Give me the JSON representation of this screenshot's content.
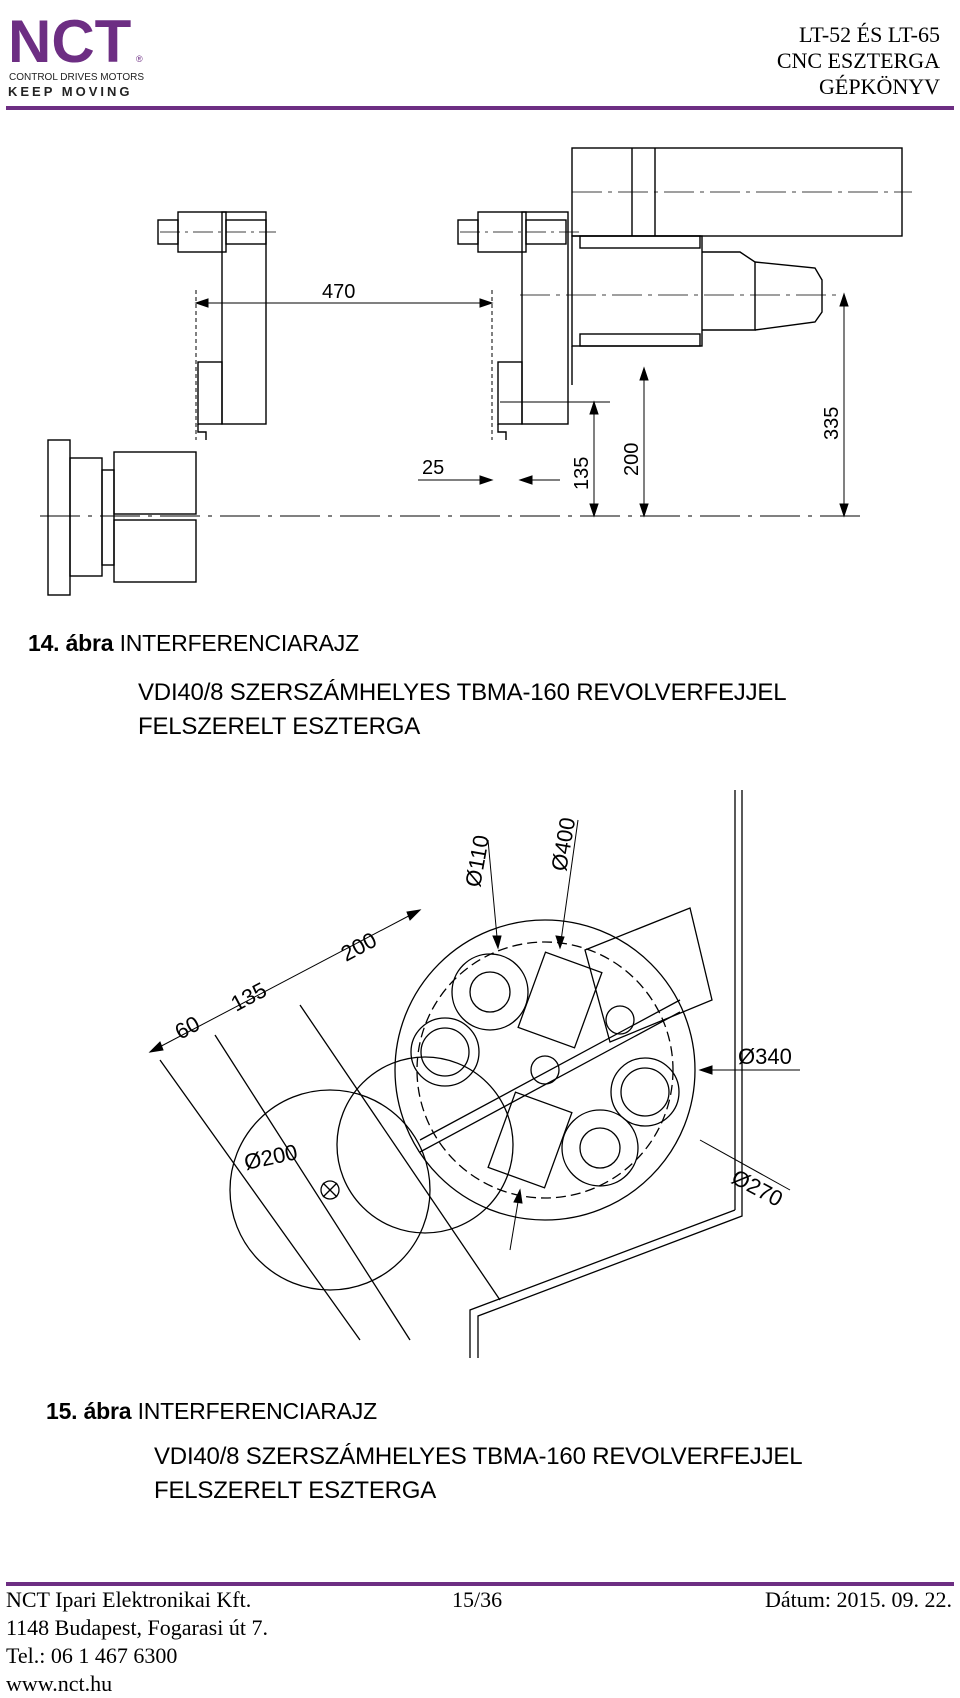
{
  "header": {
    "logo_text": "NCT",
    "logo_tagline": "CONTROL DRIVES MOTORS",
    "logo_slogan": "KEEP MOVING",
    "logo_reg": "®",
    "doc_title_line1": "LT-52 ÉS LT-65",
    "doc_title_line2": "CNC ESZTERGA",
    "doc_title_line3": "GÉPKÖNYV"
  },
  "figure14": {
    "number": "14. ábra",
    "title": "INTERFERENCIARAJZ",
    "subtitle_line1": "VDI40/8 SZERSZÁMHELYES TBMA-160 REVOLVERFEJJEL",
    "subtitle_line2": "FELSZERELT ESZTERGA",
    "dims": {
      "d470": "470",
      "d25": "25",
      "d135": "135",
      "d200": "200",
      "d335": "335"
    }
  },
  "figure15": {
    "number": "15. ábra",
    "title": "INTERFERENCIARAJZ",
    "subtitle_line1": "VDI40/8 SZERSZÁMHELYES TBMA-160 REVOLVERFEJJEL",
    "subtitle_line2": "FELSZERELT ESZTERGA",
    "dims": {
      "d60": "60",
      "d135": "135",
      "d200": "200",
      "dia110": "Ø110",
      "dia400": "Ø400",
      "dia340": "Ø340",
      "dia200": "Ø200",
      "dia270": "Ø270"
    }
  },
  "footer": {
    "company": "NCT Ipari Elektronikai Kft.",
    "page": "15/36",
    "date": "Dátum: 2015. 09. 22.",
    "address": "1148 Budapest, Fogarasi út 7.",
    "phone": "Tel.: 06 1 467 6300",
    "web": "www.nct.hu"
  },
  "colors": {
    "brand_purple": "#6d2e83"
  }
}
